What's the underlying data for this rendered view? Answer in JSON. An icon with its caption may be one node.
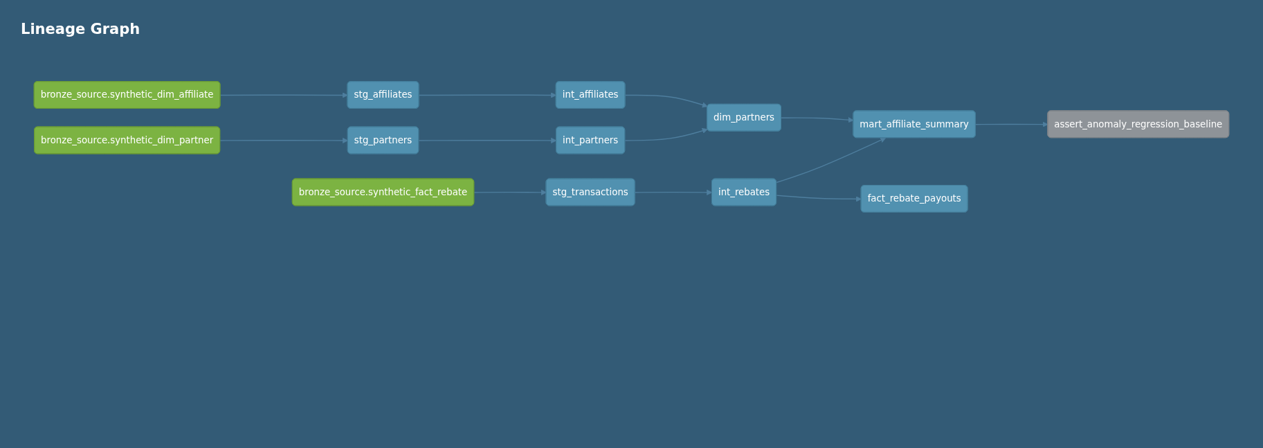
{
  "diagram": {
    "title": "Lineage Graph",
    "nodes": [
      {
        "text": [
          "bronze_source.synthetic_dim_affiliate"
        ]
      },
      {
        "text": [
          "stg_affiliates"
        ]
      },
      {
        "text": [
          "int_affiliates"
        ]
      },
      {
        "text": [
          "dim_partners"
        ]
      },
      {
        "text": [
          "mart_affiliate_summary"
        ]
      },
      {
        "text": [
          "assert_anomaly_regression_baseline"
        ]
      },
      {
        "text": [
          "bronze_source.synthetic_dim_partner"
        ]
      },
      {
        "text": [
          "stg_partners"
        ]
      },
      {
        "text": [
          "int_partners"
        ]
      },
      {
        "text": [
          "bronze_source.synthetic_fact_rebate"
        ]
      },
      {
        "text": [
          "stg_transactions"
        ]
      },
      {
        "text": [
          "int_rebates"
        ]
      },
      {
        "text": [
          "fact_rebate_payouts"
        ]
      }
    ],
    "edges": [
      {
        "from": 0,
        "to": 1,
        "arrow": "to"
      },
      {
        "from": 1,
        "to": 2,
        "arrow": "to"
      },
      {
        "from": 2,
        "to": 3,
        "arrow": "to"
      },
      {
        "from": 6,
        "to": 7,
        "arrow": "to"
      },
      {
        "from": 7,
        "to": 8,
        "arrow": "to"
      },
      {
        "from": 8,
        "to": 3,
        "arrow": "to"
      },
      {
        "from": 3,
        "to": 4,
        "arrow": "to"
      },
      {
        "from": 4,
        "to": 5,
        "arrow": "to"
      },
      {
        "from": 9,
        "to": 10,
        "arrow": "to"
      },
      {
        "from": 10,
        "to": 11,
        "arrow": "to"
      },
      {
        "from": 11,
        "to": 4,
        "arrow": "to"
      },
      {
        "from": 11,
        "to": 12,
        "arrow": "to"
      }
    ]
  }
}
